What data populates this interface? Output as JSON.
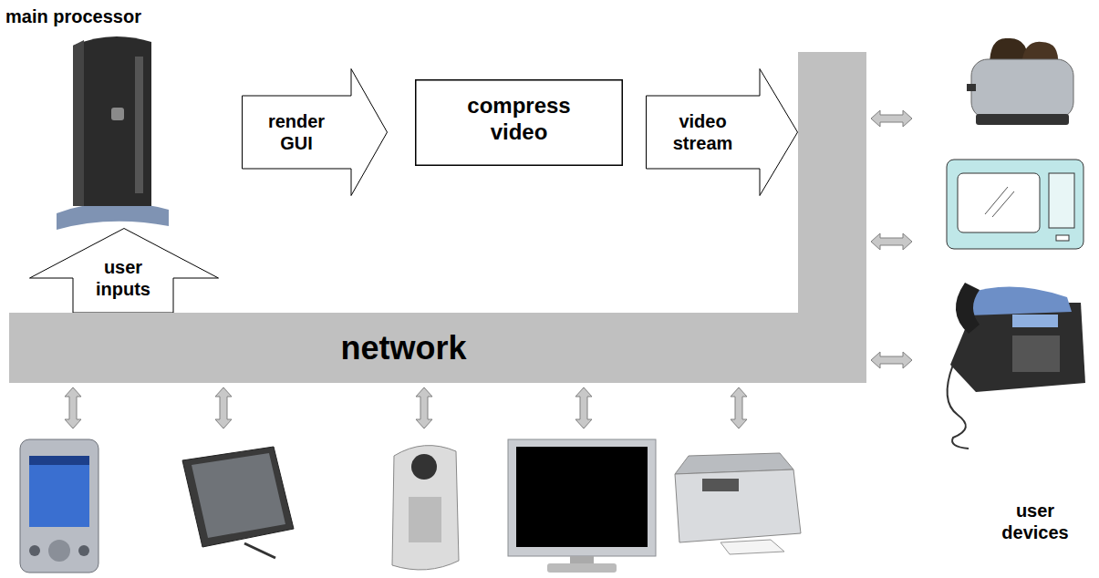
{
  "diagram": {
    "nodes": [
      {
        "text": [
          "render GUI"
        ]
      },
      {
        "text": [
          "compress video"
        ]
      },
      {
        "text": [
          "video stream"
        ]
      },
      {
        "text": [
          "user inputs"
        ]
      },
      {
        "text": [
          "network"
        ]
      }
    ],
    "labels": [
      "main processor",
      "user devices"
    ]
  }
}
